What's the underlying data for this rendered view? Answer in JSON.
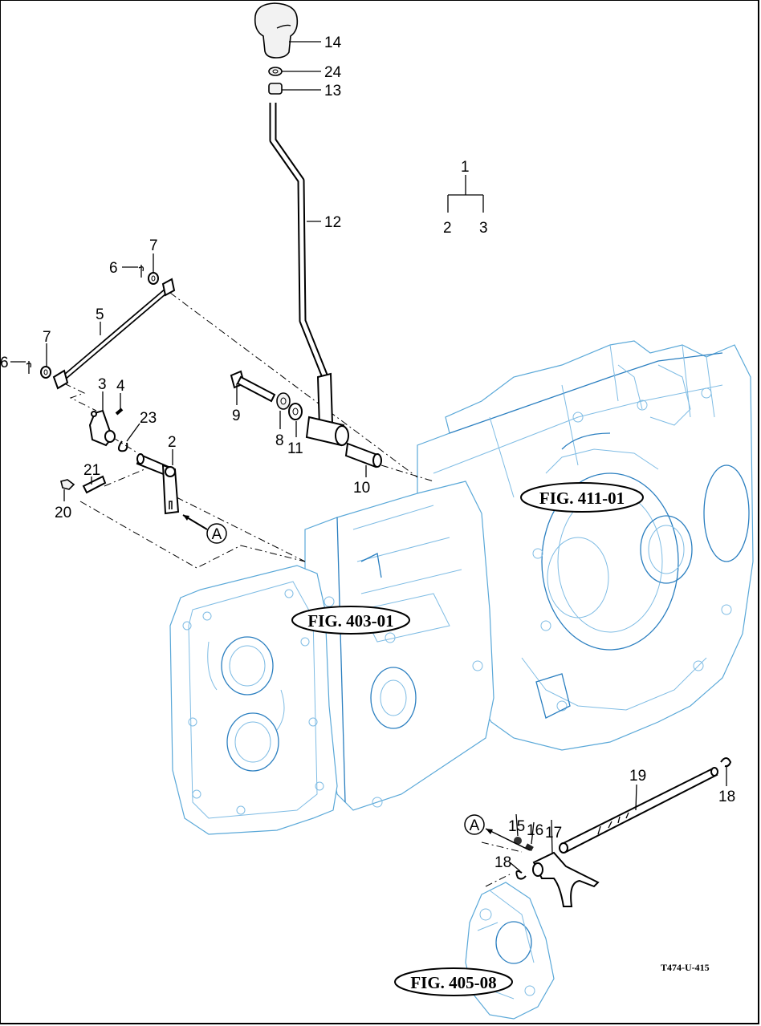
{
  "diagram": {
    "type": "exploded-parts-diagram",
    "drawing_code": "T474-U-415",
    "assembly_tree": {
      "parent": "1",
      "children": [
        "2",
        "3"
      ]
    },
    "figure_references": [
      {
        "id": "fig-411",
        "label": "FIG. 411-01"
      },
      {
        "id": "fig-403",
        "label": "FIG. 403-01"
      },
      {
        "id": "fig-405",
        "label": "FIG. 405-08"
      }
    ],
    "detail_marker": "A",
    "callouts": {
      "c14": "14",
      "c24": "24",
      "c13": "13",
      "c12": "12",
      "c1": "1",
      "c2a": "2",
      "c3a": "3",
      "c7a": "7",
      "c6a": "6",
      "c5": "5",
      "c7b": "7",
      "c6b": "6",
      "c3": "3",
      "c4": "4",
      "c23": "23",
      "c2": "2",
      "c21": "21",
      "c20": "20",
      "c9": "9",
      "c8": "8",
      "c11": "11",
      "c10": "10",
      "c19": "19",
      "c18a": "18",
      "c15": "15",
      "c16": "16",
      "c17": "17",
      "c18b": "18"
    },
    "parts": [
      "1",
      "2",
      "3",
      "4",
      "5",
      "6",
      "7",
      "8",
      "9",
      "10",
      "11",
      "12",
      "13",
      "14",
      "15",
      "16",
      "17",
      "18",
      "19",
      "20",
      "21",
      "23",
      "24"
    ]
  }
}
